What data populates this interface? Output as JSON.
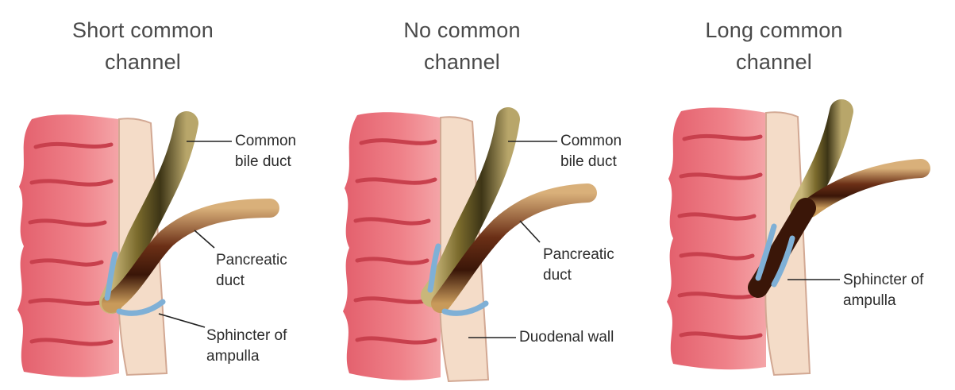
{
  "panels": [
    {
      "title_line1": "Short common",
      "title_line2": "channel",
      "labels": {
        "cbd_1": "Common",
        "cbd_2": "bile duct",
        "pd_1": "Pancreatic",
        "pd_2": "duct",
        "sph_1": "Sphincter of",
        "sph_2": "ampulla"
      }
    },
    {
      "title_line1": "No common",
      "title_line2": "channel",
      "labels": {
        "cbd_1": "Common",
        "cbd_2": "bile duct",
        "pd_1": "Pancreatic",
        "pd_2": "duct",
        "wall": "Duodenal wall"
      }
    },
    {
      "title_line1": "Long common",
      "title_line2": "channel",
      "labels": {
        "sph_1": "Sphincter of",
        "sph_2": "ampulla"
      }
    }
  ],
  "colors": {
    "duodenum": "#e9707a",
    "duodenum_fold": "#c8404d",
    "duodenum_light": "#f4a5a8",
    "wall": "#f4dcc8",
    "bile_duct": "#7a6a2c",
    "bile_duct_dark": "#3d3516",
    "pancreatic_duct": "#6b2f16",
    "pancreatic_light": "#c89a5a",
    "sphincter": "#7fb0d6",
    "leader": "#222222"
  }
}
